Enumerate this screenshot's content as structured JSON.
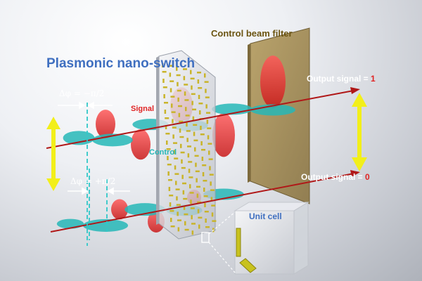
{
  "labels": {
    "title": "Plasmonic nano-switch",
    "filter": "Control beam filter",
    "signal": "Signal",
    "control": "Control",
    "unit_cell": "Unit cell",
    "phase_top": "Δφ = −π/2",
    "phase_bottom": "Δφ = +π/2",
    "out1_prefix": "Output signal = ",
    "out1_value": "1",
    "out0_prefix": "Output signal = ",
    "out0_value": "0"
  },
  "colors": {
    "title": "#3f6fc0",
    "filter_label": "#6b5410",
    "signal": "#e02424",
    "control": "#26b7b7",
    "output_text": "#ffffff",
    "arrow_yellow": "#f2ef1a",
    "filter": "#a08a52",
    "value_red": "#e02424"
  }
}
